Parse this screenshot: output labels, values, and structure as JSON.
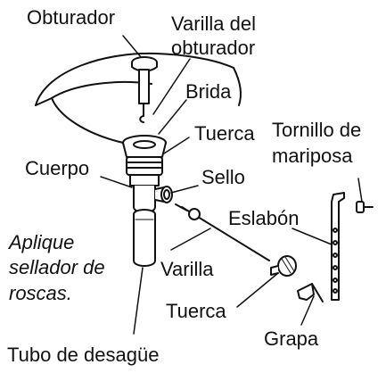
{
  "diagram": {
    "labels": {
      "obturador": "Obturador",
      "varilla_obturador_1": "Varilla del",
      "varilla_obturador_2": "obturador",
      "brida": "Brida",
      "tuerca_superior": "Tuerca",
      "tornillo_1": "Tornillo de",
      "tornillo_2": "mariposa",
      "cuerpo": "Cuerpo",
      "sello": "Sello",
      "eslabon": "Eslabón",
      "aplique_1": "Aplique",
      "aplique_2": "sellador de",
      "aplique_3": "roscas.",
      "varilla": "Varilla",
      "tuerca_inferior": "Tuerca",
      "grapa": "Grapa",
      "tubo": "Tubo de desagüe"
    },
    "colors": {
      "ink": "#111111",
      "paper": "#ffffff"
    }
  }
}
